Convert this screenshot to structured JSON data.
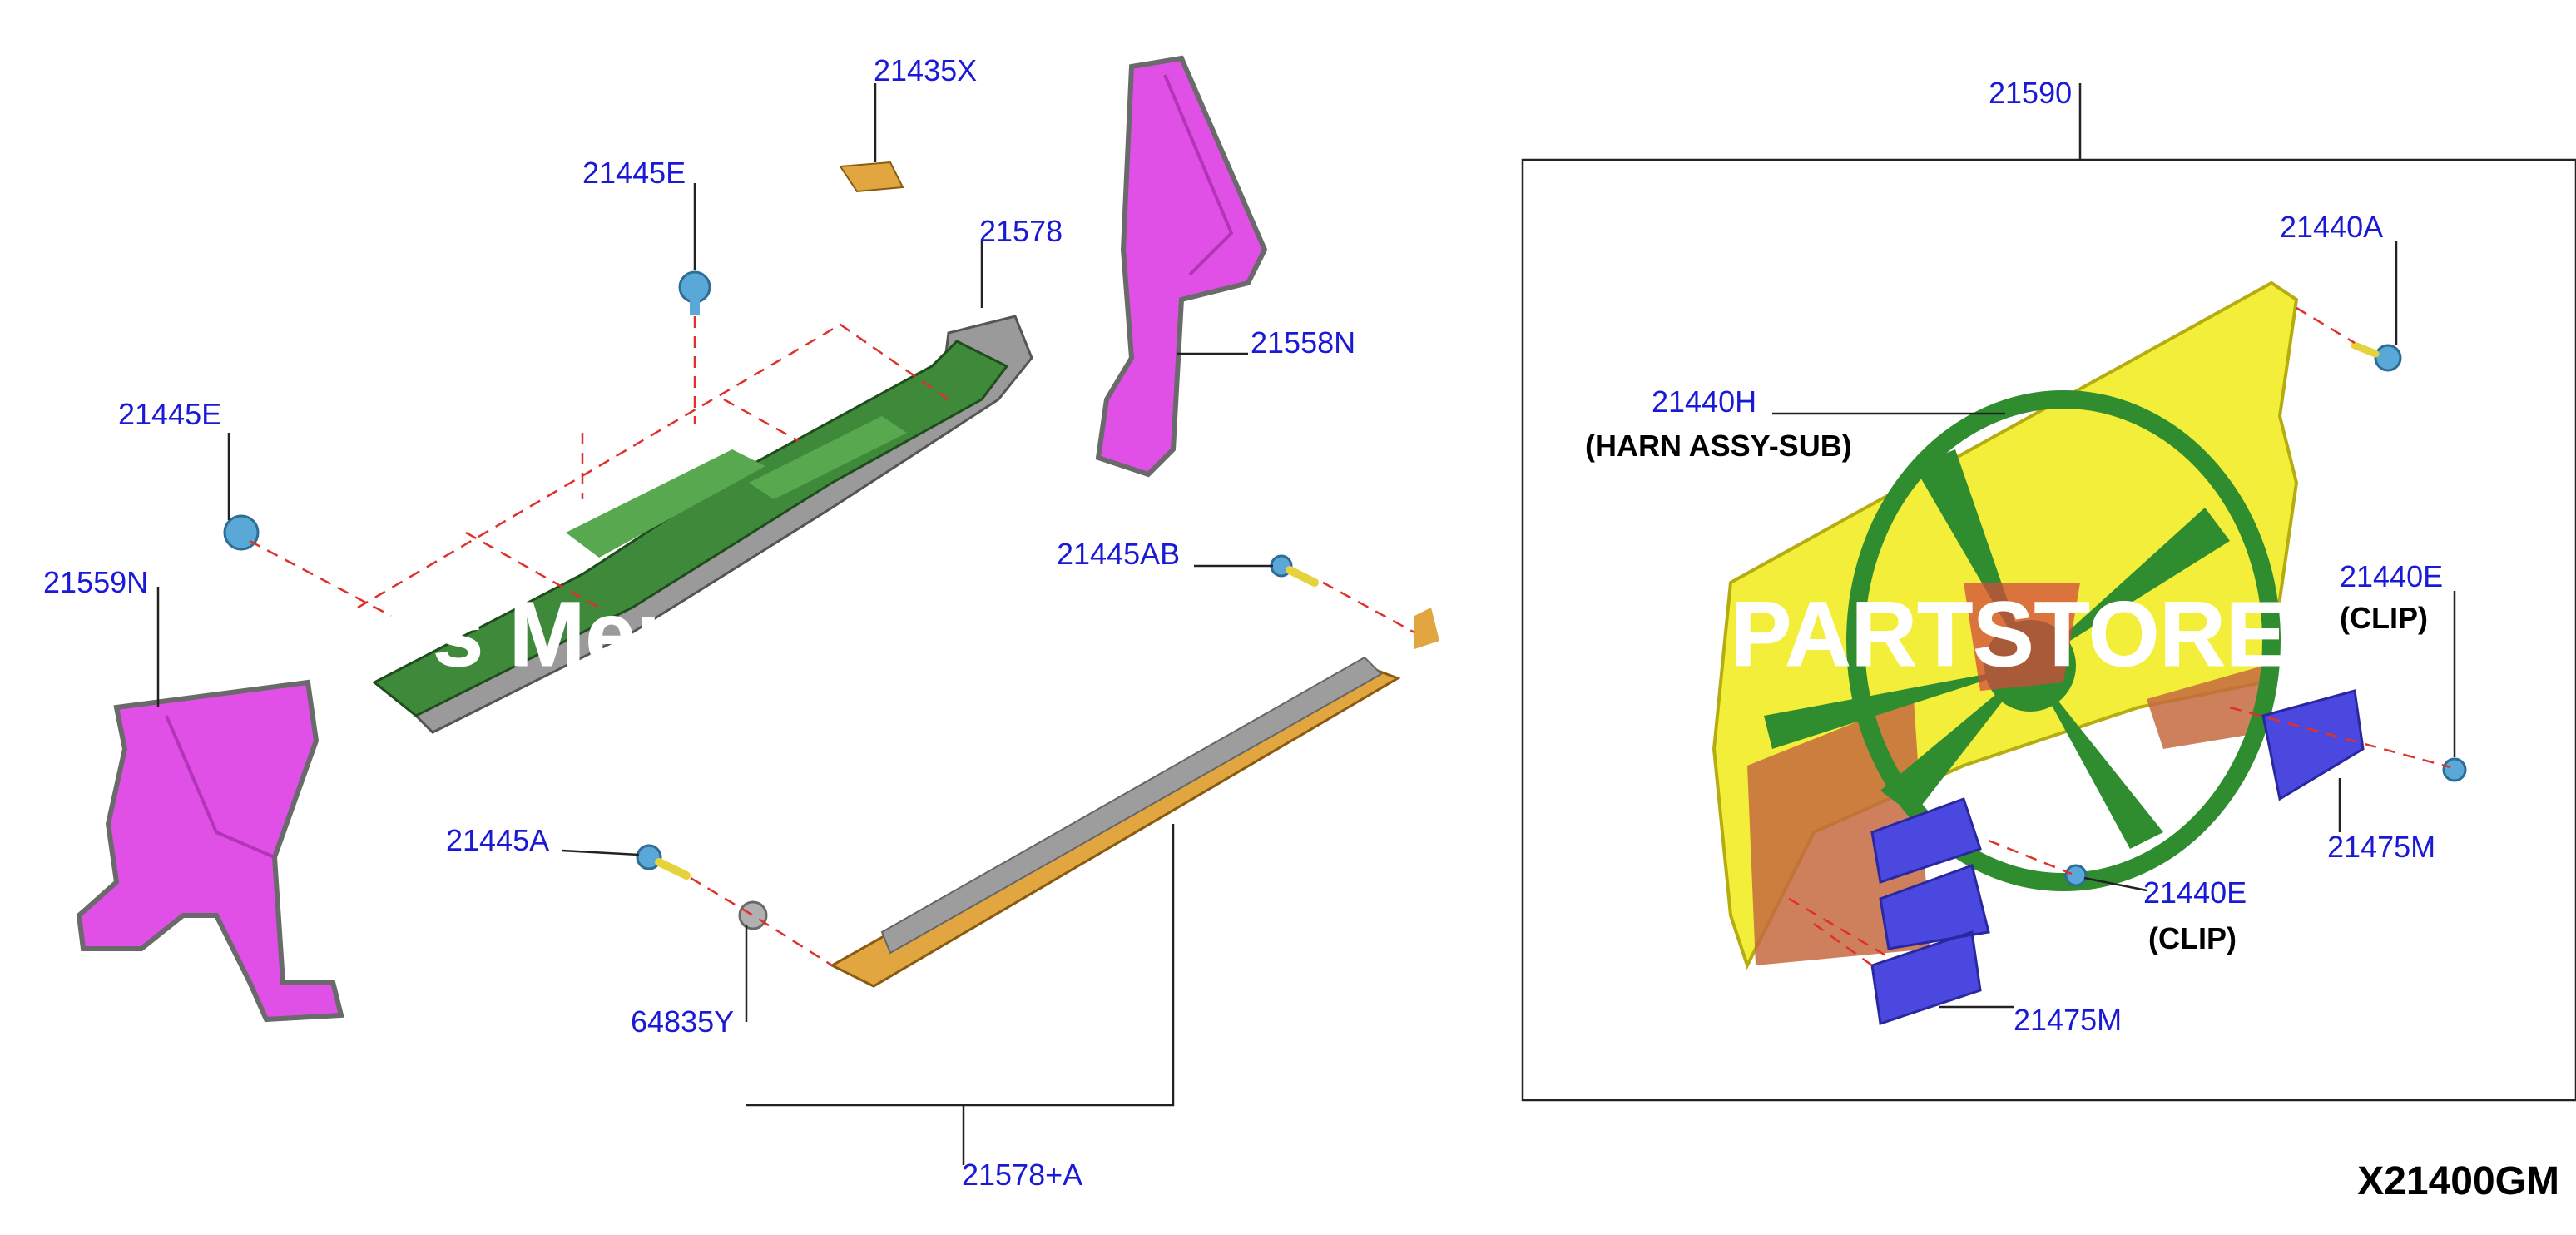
{
  "labels": {
    "p21435x": "21435X",
    "p21445e_top": "21445E",
    "p21578": "21578",
    "p21558n": "21558N",
    "p21445e_left": "21445E",
    "p21559n": "21559N",
    "p21445ab": "21445AB",
    "p21445a": "21445A",
    "p64835y": "64835Y",
    "p21578a": "21578+A",
    "p21590": "21590",
    "p21440a": "21440A",
    "p21440h": "21440H",
    "p21440h_note": "(HARN ASSY-SUB)",
    "p21440e_right": "21440E",
    "p21440e_right_note": "(CLIP)",
    "p21440e_bottom": "21440E",
    "p21440e_bottom_note": "(CLIP)",
    "p21475m_right": "21475M",
    "p21475m_bottom": "21475M"
  },
  "watermark": {
    "left": "s Merc",
    "right": "PARTSTORE"
  },
  "diagram_code": "X21400GM",
  "colors": {
    "label": "#1a1ad6",
    "seal_magenta": "#e04fe6",
    "panel_green": "#3f8a3a",
    "shroud_yellow": "#f2ee3a",
    "fan_green": "#2f8c2f",
    "bracket_blue": "#4b48e0",
    "rubber_orange": "#e2a640",
    "clip_blue": "#5aa8d8",
    "dash_red": "#e0302a"
  }
}
